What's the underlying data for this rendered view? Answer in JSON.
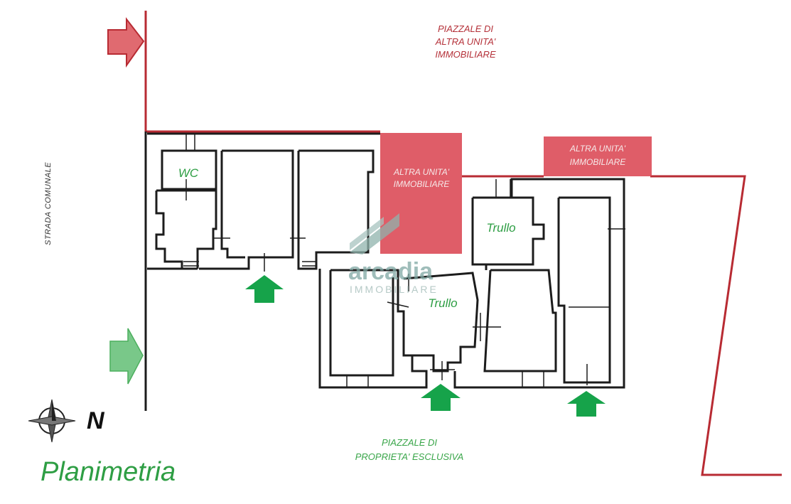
{
  "labels": {
    "top_area": [
      "PIAZZALE DI",
      "ALTRA UNITA'",
      "IMMOBILIARE"
    ],
    "other_unit_1": [
      "ALTRA UNITA'",
      "IMMOBILIARE"
    ],
    "other_unit_2": [
      "ALTRA UNITA'",
      "IMMOBILIARE"
    ],
    "road": "STRADA COMUNALE",
    "bottom_area": [
      "PIAZZALE DI",
      "PROPRIETA' ESCLUSIVA"
    ],
    "room_wc": "WC",
    "room_trullo_1": "Trullo",
    "room_trullo_2": "Trullo",
    "north": "N",
    "title": "Planimetria"
  },
  "watermark": {
    "brand": "arcadia",
    "sub": "IMMOBILIARE"
  },
  "colors": {
    "boundary_red": "#b82b33",
    "entrance_green": "#16a34a",
    "title_green": "#2e9e44",
    "watermark": "#7fa8a3"
  },
  "icons": [
    "arrow-right-red-icon",
    "arrow-right-green-icon",
    "arrow-up-green-icon",
    "compass-rose-icon"
  ]
}
